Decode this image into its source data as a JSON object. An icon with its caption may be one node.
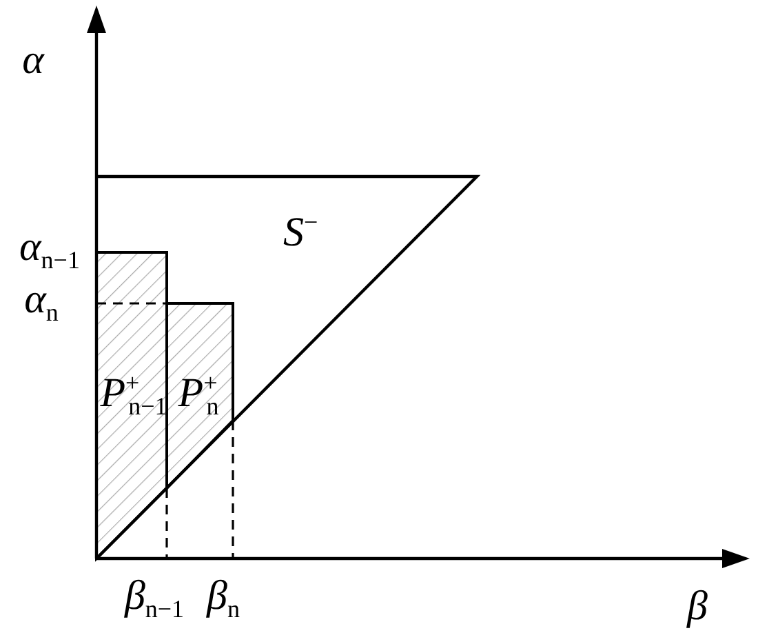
{
  "diagram": {
    "labels": [
      "*α*",
      "*α*$_{n−1}$",
      "*α*$_{n}$",
      "*S*$^{−}$",
      "*P*$^{+}$$_{n−1}$",
      "*P*$^{+}$$_{n}$",
      "*β*$_{n−1}$",
      "*β*$_{n}$",
      "*β*"
    ]
  }
}
